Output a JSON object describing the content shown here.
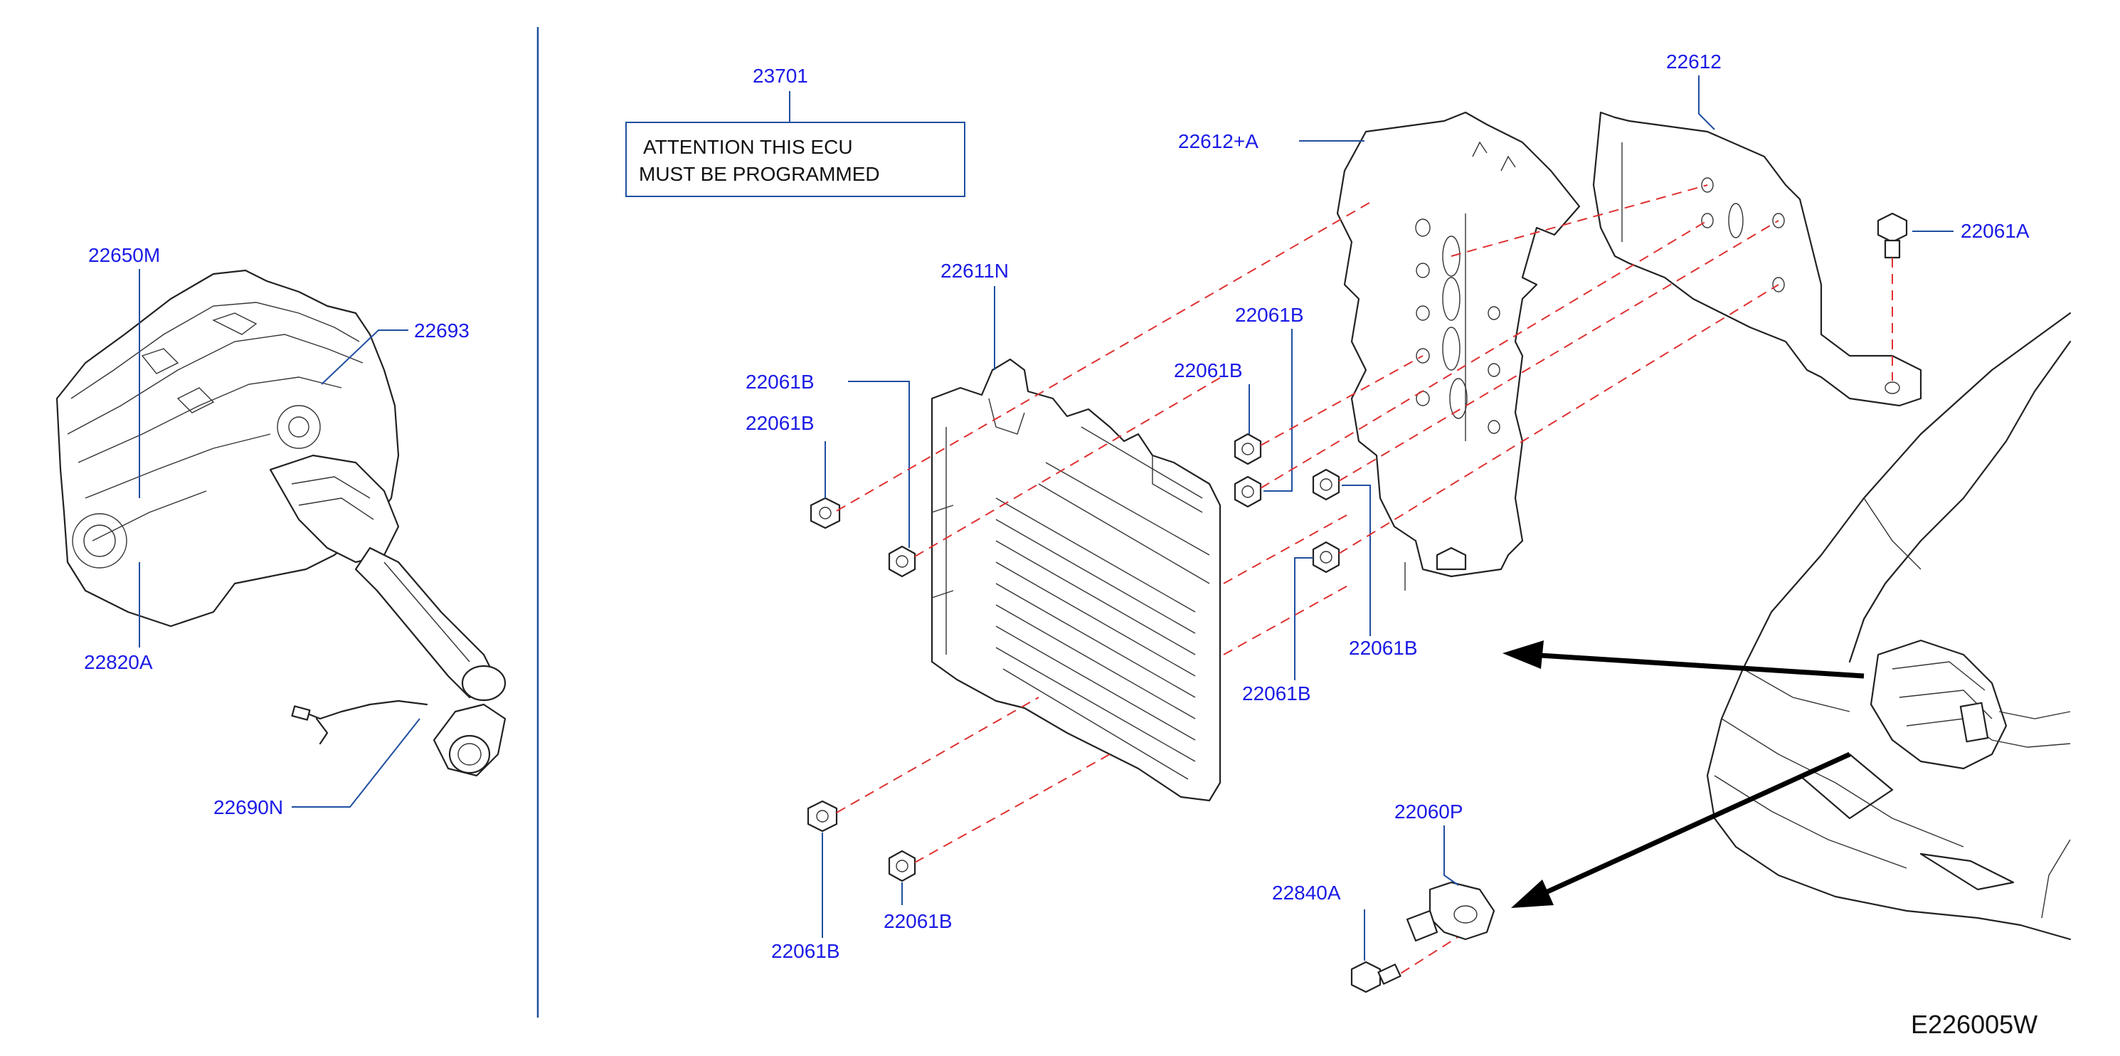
{
  "diagram_code": "E226005W",
  "note_box": {
    "line1": "ATTENTION   THIS   ECU",
    "line2": "MUST   BE   PROGRAMMED"
  },
  "labels": {
    "p23701": "23701",
    "p22612": "22612",
    "p22612A": "22612+A",
    "p22061A": "22061A",
    "p22611N": "22611N",
    "p22061B_1": "22061B",
    "p22061B_2": "22061B",
    "p22061B_3": "22061B",
    "p22061B_4": "22061B",
    "p22061B_5": "22061B",
    "p22061B_6": "22061B",
    "p22061B_7": "22061B",
    "p22061B_8": "22061B",
    "p22650M": "22650M",
    "p22693": "22693",
    "p22820A": "22820A",
    "p22690N": "22690N",
    "p22060P": "22060P",
    "p22840A": "22840A"
  },
  "colors": {
    "label": "#1a1ae6",
    "leader": "#1f4fa0",
    "dashed_alignment": "#e03030",
    "line_art": "#222222"
  },
  "icons": [
    "engine-assembly-icon",
    "ecu-module-icon",
    "bracket-icon",
    "nut-icon",
    "bolt-icon",
    "sensor-icon",
    "vehicle-front-icon"
  ]
}
